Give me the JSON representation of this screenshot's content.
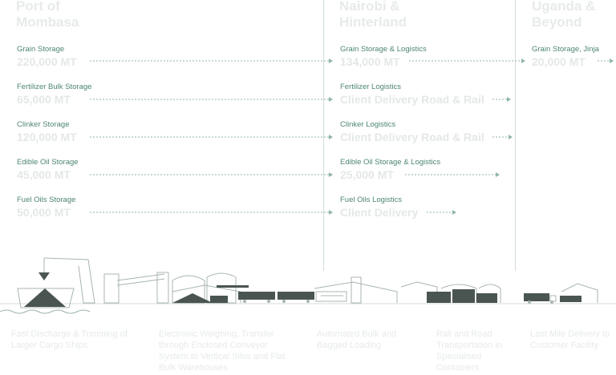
{
  "regions": [
    {
      "title": "Port of Mombasa"
    },
    {
      "title": "Nairobi & Hinterland"
    },
    {
      "title": "Uganda & Beyond"
    }
  ],
  "mombasa_items": [
    {
      "label": "Grain Storage",
      "value": "220,000 MT"
    },
    {
      "label": "Fertilizer Bulk Storage",
      "value": "65,000 MT"
    },
    {
      "label": "Clinker Storage",
      "value": "120,000 MT"
    },
    {
      "label": "Edible Oil Storage",
      "value": "45,000 MT"
    },
    {
      "label": "Fuel Oils Storage",
      "value": "50,000 MT"
    }
  ],
  "nairobi_items": [
    {
      "label": "Grain Storage & Logistics",
      "value": "134,000 MT"
    },
    {
      "label": "Fertilizer Logistics",
      "value": "Client Delivery Road & Rail"
    },
    {
      "label": "Clinker Logistics",
      "value": "Client Delivery Road & Rail"
    },
    {
      "label": "Edible Oil Storage & Logistics",
      "value": "25,000 MT"
    },
    {
      "label": "Fuel Oils Logistics",
      "value": "Client Delivery"
    }
  ],
  "uganda_items": [
    {
      "label": "Grain Storage, Jinja",
      "value": "20,000 MT"
    }
  ],
  "stages": [
    {
      "caption": "Fast Discharge & Trimming of Larger Cargo Ships"
    },
    {
      "caption": "Electronic Weighing, Transfer through Enclosed Conveyor System to Vertical Silos and Flat Bulk Warehouses"
    },
    {
      "caption": "Automated Bulk and Bagged Loading"
    },
    {
      "caption": "Rail and Road Transportation in Specialised Containers"
    },
    {
      "caption": "Last Mile Delivery to Customer Facility"
    }
  ],
  "colors": {
    "accent": "#4d8576",
    "faded_text": "#e3e8e6",
    "line": "#8fb5aa",
    "illustration": "#4a5552"
  }
}
